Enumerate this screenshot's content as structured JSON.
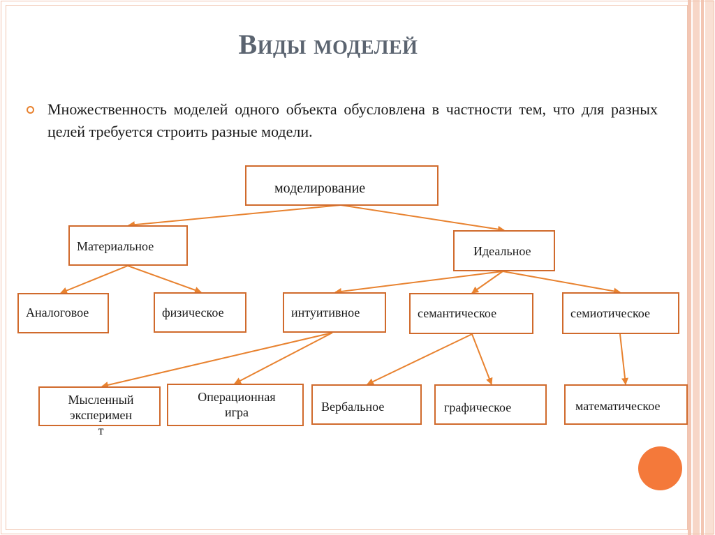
{
  "slide": {
    "title": "Виды моделей",
    "body": "Множественность моделей одного объекта обусловлена в частности тем, что для разных целей требуется строить разные модели."
  },
  "diagram": {
    "nodes": {
      "root": "моделирование",
      "material": "Материальное",
      "ideal": "Идеальное",
      "analog": "Аналоговое",
      "physical": "физическое",
      "intuitive": "интуитивное",
      "semantic": "семантическое",
      "semiotic": "семиотическое",
      "thought": "Мысленный\nэксперимен\nт",
      "game": "Операционная\nигра",
      "verbal": "Вербальное",
      "graphic": "графическое",
      "math": "математическое"
    }
  },
  "colors": {
    "accent": "#e8822f",
    "node_border": "#d06a2c",
    "title": "#5b6470",
    "frame": "#f0c4b0",
    "circle": "#f4793a"
  }
}
